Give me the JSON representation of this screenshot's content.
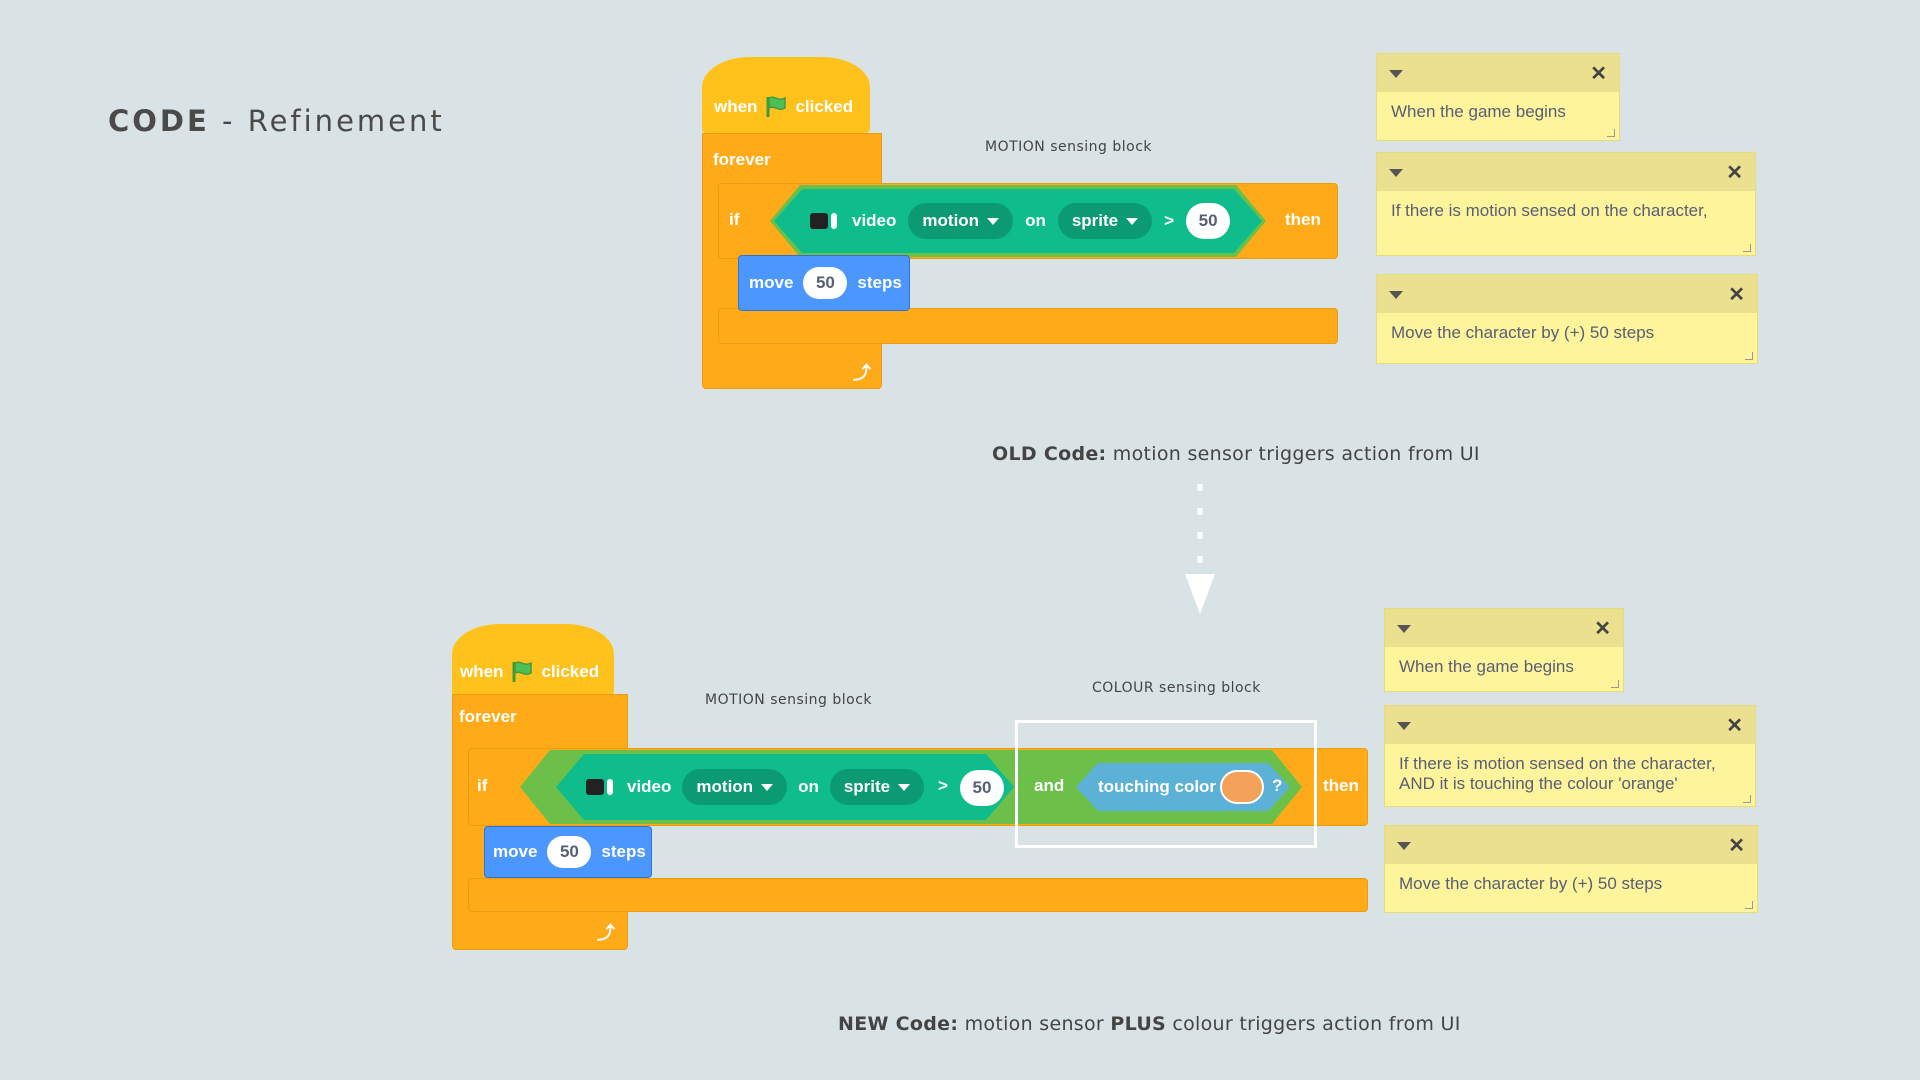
{
  "page": {
    "title_bold": "CODE",
    "title_rest": " - Refinement"
  },
  "old_code": {
    "hat": {
      "when": "when",
      "clicked": "clicked"
    },
    "forever": "forever",
    "if": "if",
    "then": "then",
    "video": "video",
    "motion_dropdown": "motion",
    "on": "on",
    "sprite_dropdown": "sprite",
    "gt": ">",
    "threshold": "50",
    "move": "move",
    "steps_value": "50",
    "steps": "steps",
    "motion_label": "MOTION sensing block",
    "caption_bold": "OLD Code:",
    "caption_rest": " motion sensor triggers action from UI",
    "notes": [
      {
        "text": "When the game begins"
      },
      {
        "text": "If there is motion sensed on the character,"
      },
      {
        "text": "Move the character by (+) 50 steps"
      }
    ]
  },
  "new_code": {
    "hat": {
      "when": "when",
      "clicked": "clicked"
    },
    "forever": "forever",
    "if": "if",
    "then": "then",
    "video": "video",
    "motion_dropdown": "motion",
    "on": "on",
    "sprite_dropdown": "sprite",
    "gt": ">",
    "threshold": "50",
    "and": "and",
    "touching": "touching color",
    "question": "?",
    "touch_color": "#f4a259",
    "move": "move",
    "steps_value": "50",
    "steps": "steps",
    "motion_label": "MOTION sensing block",
    "colour_label": "COLOUR sensing block",
    "caption_bold1": "NEW Code:",
    "caption_mid": " motion sensor ",
    "caption_bold2": "PLUS",
    "caption_rest": " colour triggers action from UI",
    "notes": [
      {
        "text": "When the game begins"
      },
      {
        "text1": "If there is motion sensed on the character,",
        "text2": "AND it is touching the colour 'orange'"
      },
      {
        "text": "Move the character by (+) 50 steps"
      }
    ]
  },
  "icons": {
    "flag": "green-flag-icon",
    "camera": "video-camera-icon",
    "loop_arrow": "loop-arrow-icon",
    "close": "close-icon",
    "collapse": "caret-down-icon"
  }
}
